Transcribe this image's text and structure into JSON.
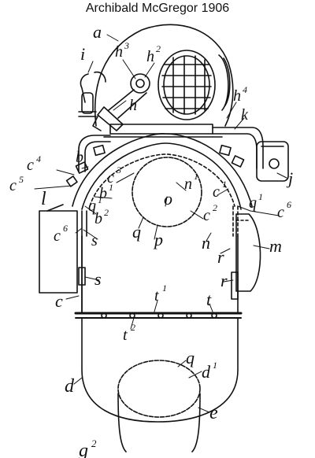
{
  "caption": "Archibald McGregor 1906",
  "labels": {
    "a": "a",
    "i": "i",
    "h3": "h",
    "h3_sup": "3",
    "h2": "h",
    "h2_sup": "2",
    "h": "h",
    "h4": "h",
    "h4_sup": "4",
    "k": "k",
    "j": "j",
    "c4": "c",
    "c4_sup": "4",
    "c5": "c",
    "c5_sup": "5",
    "b": "b",
    "c3": "c",
    "c3_sup": "3",
    "b1": "b",
    "b1_sup": "1",
    "q1_left": "q",
    "q1_left_sup": "1",
    "b2": "b",
    "b2_sup": "2",
    "l": "l",
    "c6_left": "c",
    "c6_left_sup": "6",
    "s_upper": "s",
    "n1": "n",
    "n1_sup": "1",
    "c1": "c",
    "c1_sup": "1",
    "q1_right": "q",
    "q1_right_sup": "1",
    "c6_right": "c",
    "c6_right_sup": "6",
    "o": "o",
    "c2": "c",
    "c2_sup": "2",
    "q_mid": "q",
    "p": "p",
    "n": "n",
    "m": "m",
    "r_upper": "r",
    "s_lower": "s",
    "c": "c",
    "r_lower": "r",
    "t1": "t",
    "t1_sup": "1",
    "t": "t",
    "t2": "t",
    "t2_sup": "2",
    "q_lower": "q",
    "d1": "d",
    "d1_sup": "1",
    "d": "d",
    "e": "e",
    "g2": "g",
    "g2_sup": "2"
  }
}
